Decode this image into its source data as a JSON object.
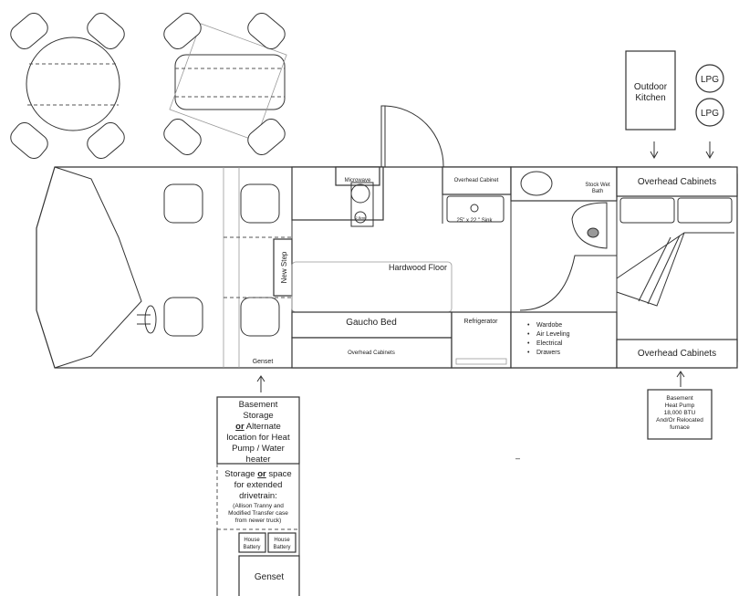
{
  "top": {
    "outdoor_kitchen": [
      "Outdoor",
      "Kitchen"
    ],
    "lpg_1": "LPG",
    "lpg_2": "LPG"
  },
  "rooms": {
    "microwave": "Microwave",
    "burner": "2 Brnr",
    "overhead_cabinet_kitchen": "Overhead Cabinet",
    "sink": "25\" x 22 \" Sink",
    "stock_wet_bath": [
      "Stock Wet",
      "Bath"
    ],
    "overhead_cabinets_top": "Overhead Cabinets",
    "overhead_cabinets_bottom_right": "Overhead Cabinets",
    "hardwood_floor": "Hardwood Floor",
    "gaucho_bed": "Gaucho Bed",
    "overhead_cabinets_bottom": "Overhead Cabinets",
    "refrigerator": "Refrigerator",
    "new_step": "New Step",
    "genset_small": "Genset",
    "bullets": [
      "Wardobe",
      "Air Leveling",
      "Electrical",
      "Drawers"
    ]
  },
  "basement_right": [
    "Basement",
    "Heat Pump",
    "18,000 BTU",
    "And/Or Relocated",
    "furnace"
  ],
  "basement_left": {
    "storage_lines": [
      "Basement",
      "Storage",
      "or",
      "Alternate",
      "location for Heat",
      "Pump / Water",
      "heater"
    ],
    "drivetrain_lines": [
      "Storage",
      "or",
      "space",
      "for extended",
      "drivetrain:",
      "(Allison Tranny and",
      "Modified Transfer case",
      "from newer truck)"
    ],
    "battery_1": [
      "House",
      "Battery"
    ],
    "battery_2": [
      "House",
      "Battery"
    ],
    "genset": "Genset"
  },
  "stray_mark": "–"
}
